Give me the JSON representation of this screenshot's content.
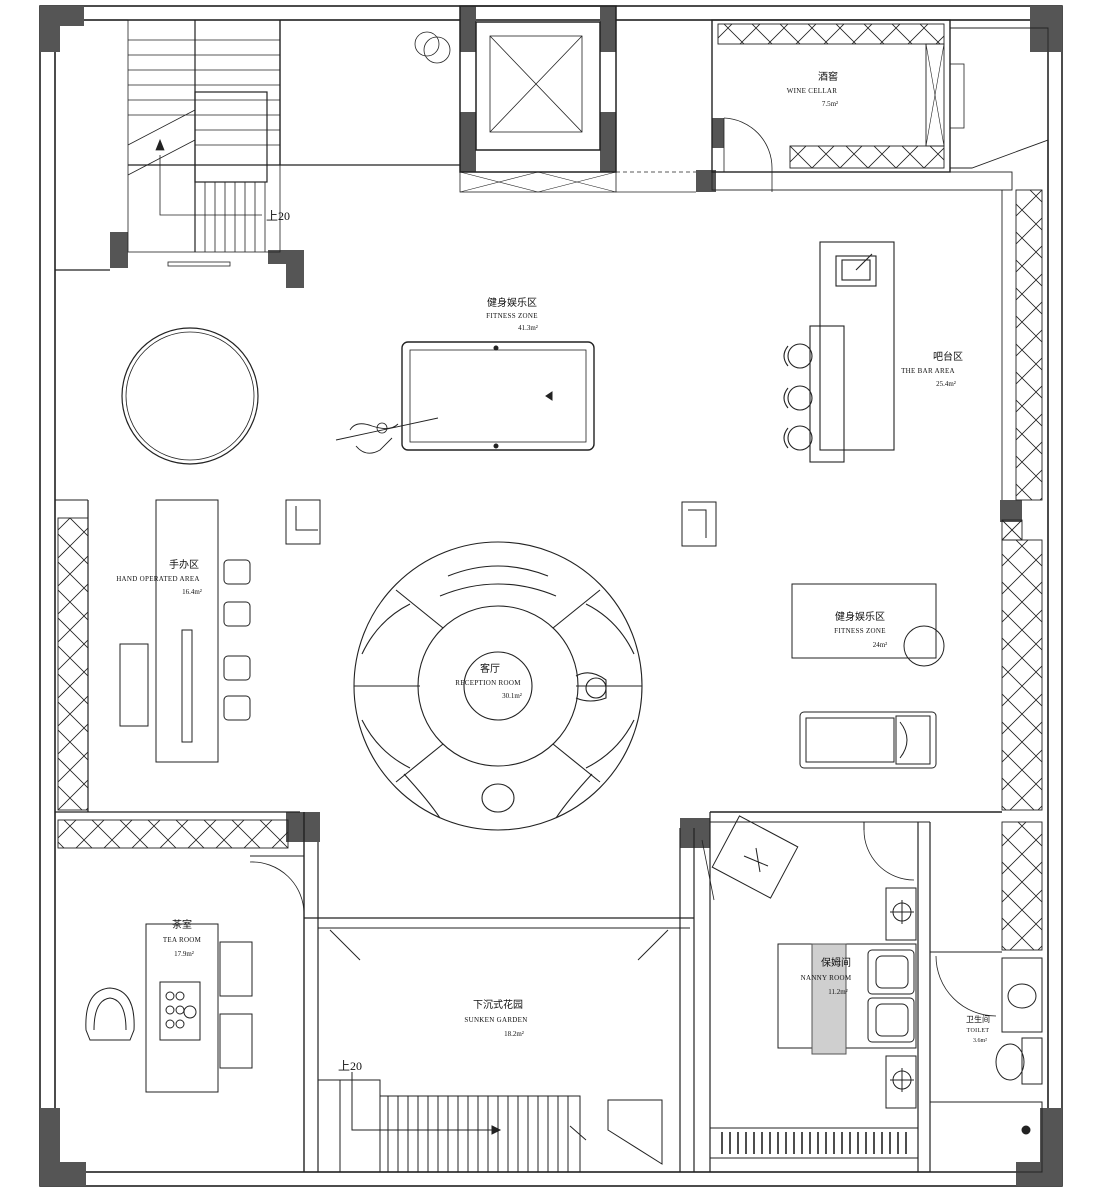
{
  "rooms": {
    "wine_cellar": {
      "zh": "酒窖",
      "en": "WINE CELLAR",
      "area": "7.5m²"
    },
    "fitness_zone_main": {
      "zh": "健身娱乐区",
      "en": "FITNESS ZONE",
      "area": "41.3m²"
    },
    "bar_area": {
      "zh": "吧台区",
      "en": "THE BAR AREA",
      "area": "25.4m²"
    },
    "hand_operated_area": {
      "zh": "手办区",
      "en": "HAND OPERATED AREA",
      "area": "16.4m²"
    },
    "reception_room": {
      "zh": "客厅",
      "en": "RECEPTION ROOM",
      "area": "30.1m²"
    },
    "fitness_zone_small": {
      "zh": "健身娱乐区",
      "en": "FITNESS ZONE",
      "area": "24m²"
    },
    "tea_room": {
      "zh": "茶室",
      "en": "TEA ROOM",
      "area": "17.9m²"
    },
    "sunken_garden": {
      "zh": "下沉式花园",
      "en": "SUNKEN GARDEN",
      "area": "18.2m²"
    },
    "nanny_room": {
      "zh": "保姆间",
      "en": "NANNY ROOM",
      "area": "11.2m²"
    },
    "toilet": {
      "zh": "卫生间",
      "en": "TOILET",
      "area": "3.6m²"
    }
  },
  "levels": {
    "stair_top": "上20",
    "stair_garden": "上20"
  }
}
